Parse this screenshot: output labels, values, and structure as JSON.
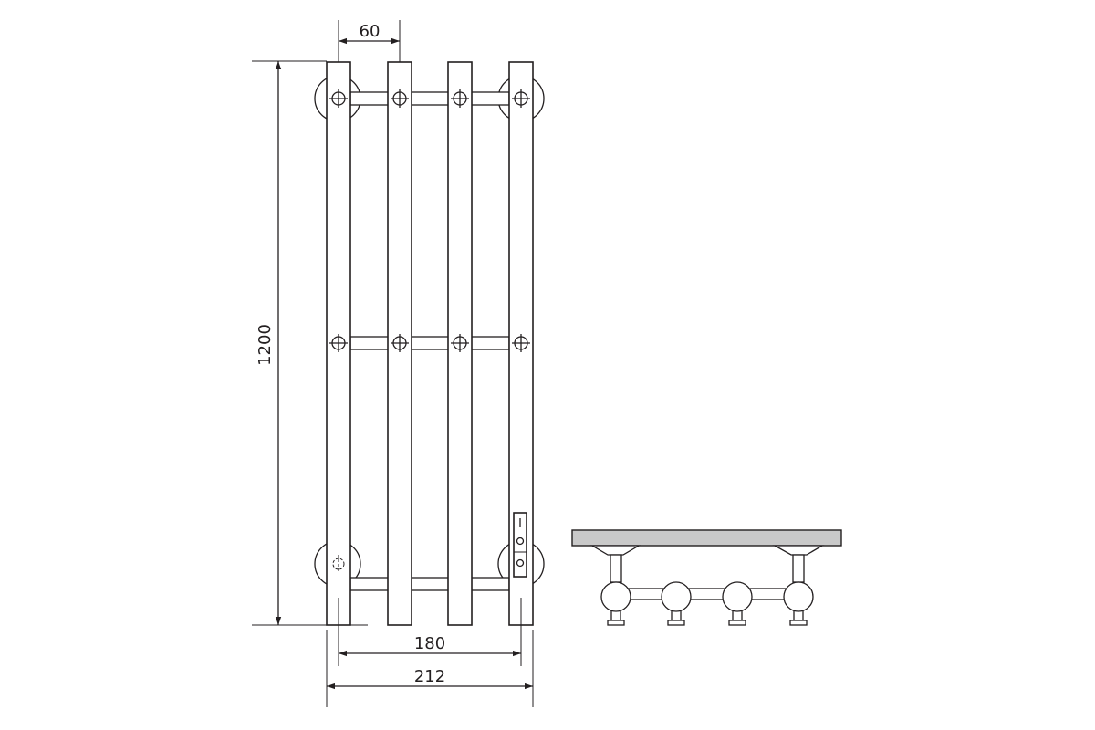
{
  "drawing": {
    "front_view": {
      "bar_count": 4,
      "crossbar_levels": 3,
      "dimensions": {
        "bar_spacing": "60",
        "height": "1200",
        "mount_spacing": "180",
        "overall_width": "212"
      }
    },
    "top_view": {
      "bar_count": 4,
      "bracket_count": 2
    },
    "colors": {
      "line": "#231f20",
      "wall_fill": "#c9c9c9",
      "background": "#ffffff"
    }
  }
}
